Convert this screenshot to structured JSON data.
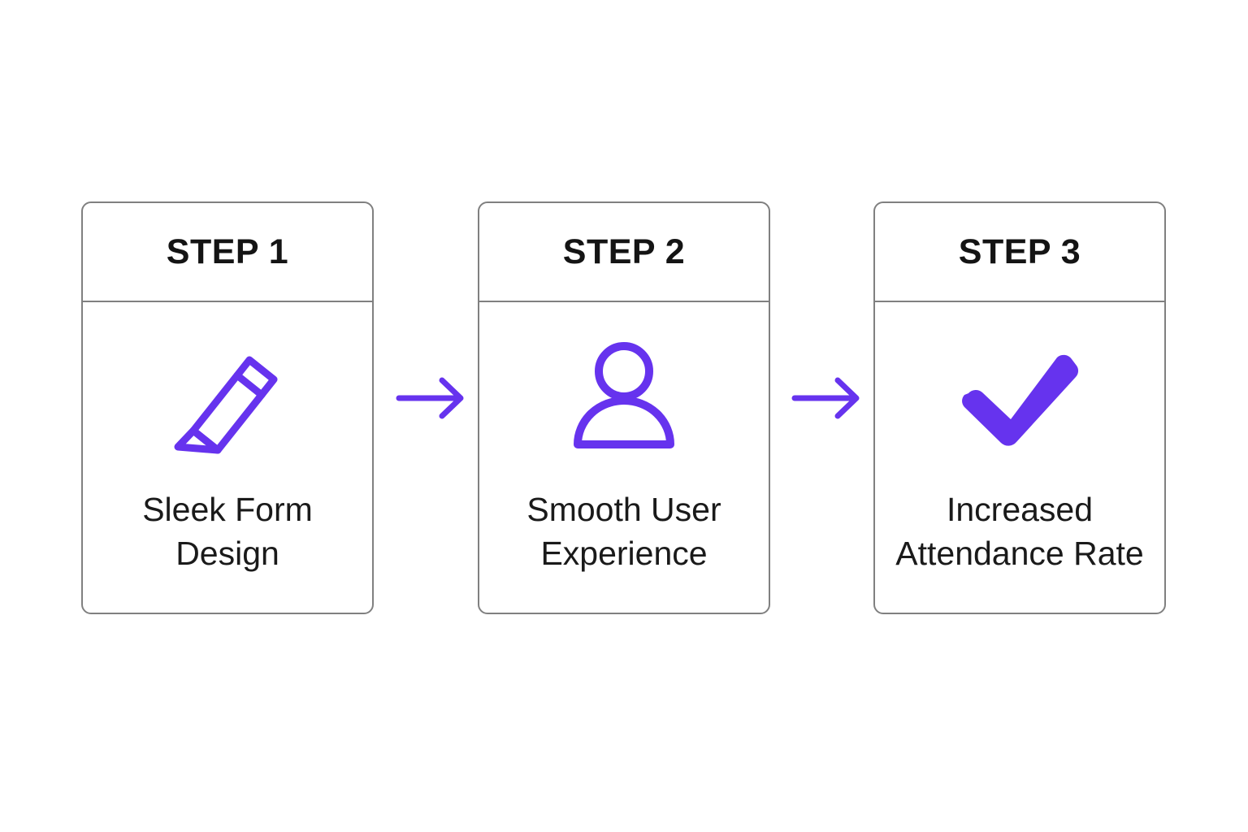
{
  "diagram": {
    "title": "Three step process flow",
    "background_color": "#ffffff",
    "accent_color": "#6633ee",
    "border_color": "#808080",
    "text_color": "#141414"
  },
  "steps": [
    {
      "header": "STEP 1",
      "icon": "pencil-icon",
      "caption": "Sleek Form\nDesign"
    },
    {
      "header": "STEP 2",
      "icon": "user-person-icon",
      "caption": "Smooth User\nExperience"
    },
    {
      "header": "STEP 3",
      "icon": "checkmark-icon",
      "caption": "Increased\nAttendance Rate"
    }
  ],
  "connectors": [
    {
      "name": "arrow-step1-to-step2",
      "direction": "right"
    },
    {
      "name": "arrow-step2-to-step3",
      "direction": "right"
    }
  ]
}
